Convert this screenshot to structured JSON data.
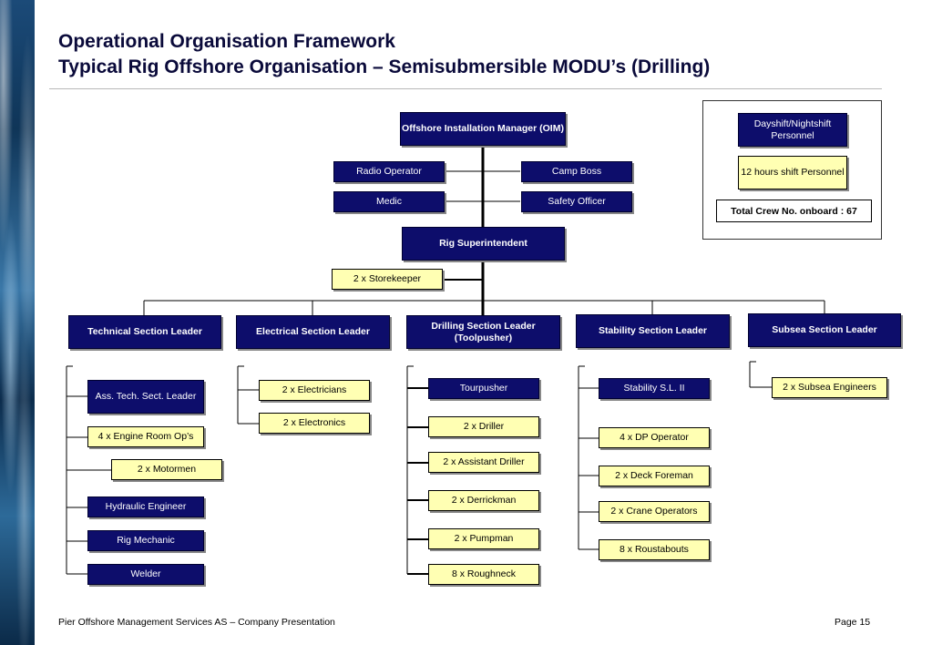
{
  "header": {
    "title_line1": "Operational Organisation Framework",
    "title_line2": "Typical Rig Offshore Organisation – Semisubmersible MODU’s (Drilling)"
  },
  "legend": {
    "navy_label": "Dayshift/Nightshift Personnel",
    "yellow_label": "12 hours shift Personnel",
    "total_crew": "Total Crew No. onboard : 67"
  },
  "top": {
    "oim": "Offshore Installation Manager (OIM)",
    "radio_operator": "Radio Operator",
    "camp_boss": "Camp Boss",
    "medic": "Medic",
    "safety_officer": "Safety Officer",
    "rig_superintendent": "Rig Superintendent",
    "storekeeper": "2 x Storekeeper"
  },
  "sections": {
    "technical": {
      "leader": "Technical Section Leader",
      "items": [
        "Ass. Tech. Sect. Leader",
        "4 x Engine Room Op’s",
        "2 x Motormen",
        "Hydraulic Engineer",
        "Rig Mechanic",
        "Welder"
      ]
    },
    "electrical": {
      "leader": "Electrical Section Leader",
      "items": [
        "2 x Electricians",
        "2 x Electronics"
      ]
    },
    "drilling": {
      "leader": "Drilling Section Leader (Toolpusher)",
      "items": [
        "Tourpusher",
        "2 x Driller",
        "2 x Assistant Driller",
        "2 x Derrickman",
        "2 x Pumpman",
        "8 x Roughneck"
      ]
    },
    "stability": {
      "leader": "Stability Section Leader",
      "items": [
        "Stability S.L. II",
        "4 x DP Operator",
        "2 x Deck Foreman",
        "2 x Crane Operators",
        "8 x Roustabouts"
      ]
    },
    "subsea": {
      "leader": "Subsea Section Leader",
      "items": [
        "2 x Subsea Engineers"
      ]
    }
  },
  "footer": {
    "left": "Pier Offshore Management Services AS – Company Presentation",
    "right": "Page 15"
  },
  "colors": {
    "navy": "#0d0d6b",
    "yellow": "#ffffb3"
  }
}
